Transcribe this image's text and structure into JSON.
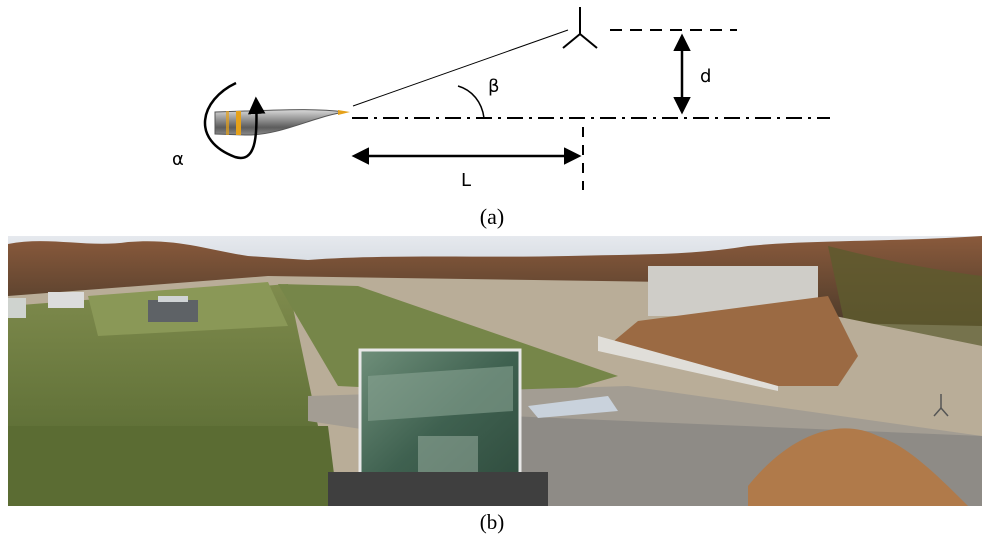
{
  "diagram": {
    "label_alpha": "α",
    "label_beta": "β",
    "label_d": "d",
    "label_L": "L"
  },
  "captions": {
    "a": "(a)",
    "b": "(b)"
  }
}
